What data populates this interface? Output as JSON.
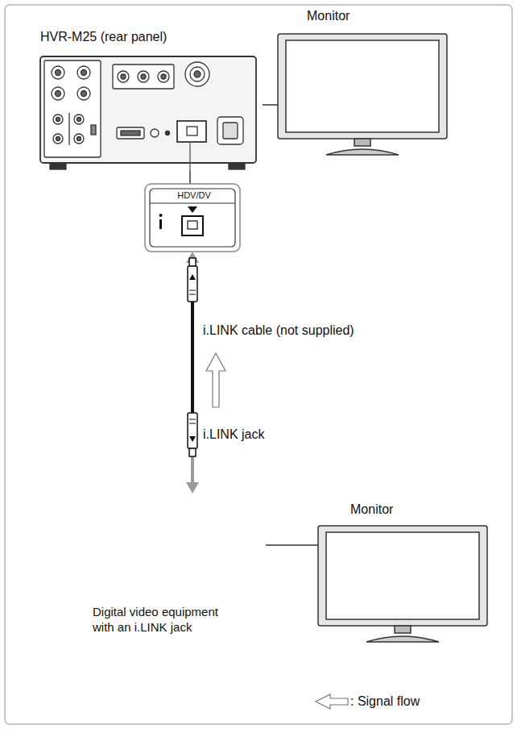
{
  "diagram": {
    "nodes": [
      {
        "text": [
          "HVR-M25 (rear panel)"
        ]
      },
      {
        "text": [
          "Monitor"
        ]
      },
      {
        "text": [
          "HDV/DV"
        ]
      },
      {
        "text": [
          "Digital video equipment with an i.LINK jack"
        ]
      },
      {
        "text": [
          "Monitor"
        ]
      }
    ],
    "edges": [
      {
        "from": 0,
        "to": 1,
        "arrow": "none"
      },
      {
        "from": 0,
        "to": 2,
        "arrow": "none"
      },
      {
        "from": 3,
        "to": 2,
        "label": "i.LINK cable (not supplied)",
        "arrow": "both"
      },
      {
        "from": 3,
        "to": 4,
        "arrow": "none"
      }
    ],
    "labels": [
      "i.LINK jack"
    ],
    "legend": [
      {
        "text": ": Signal flow"
      }
    ]
  }
}
